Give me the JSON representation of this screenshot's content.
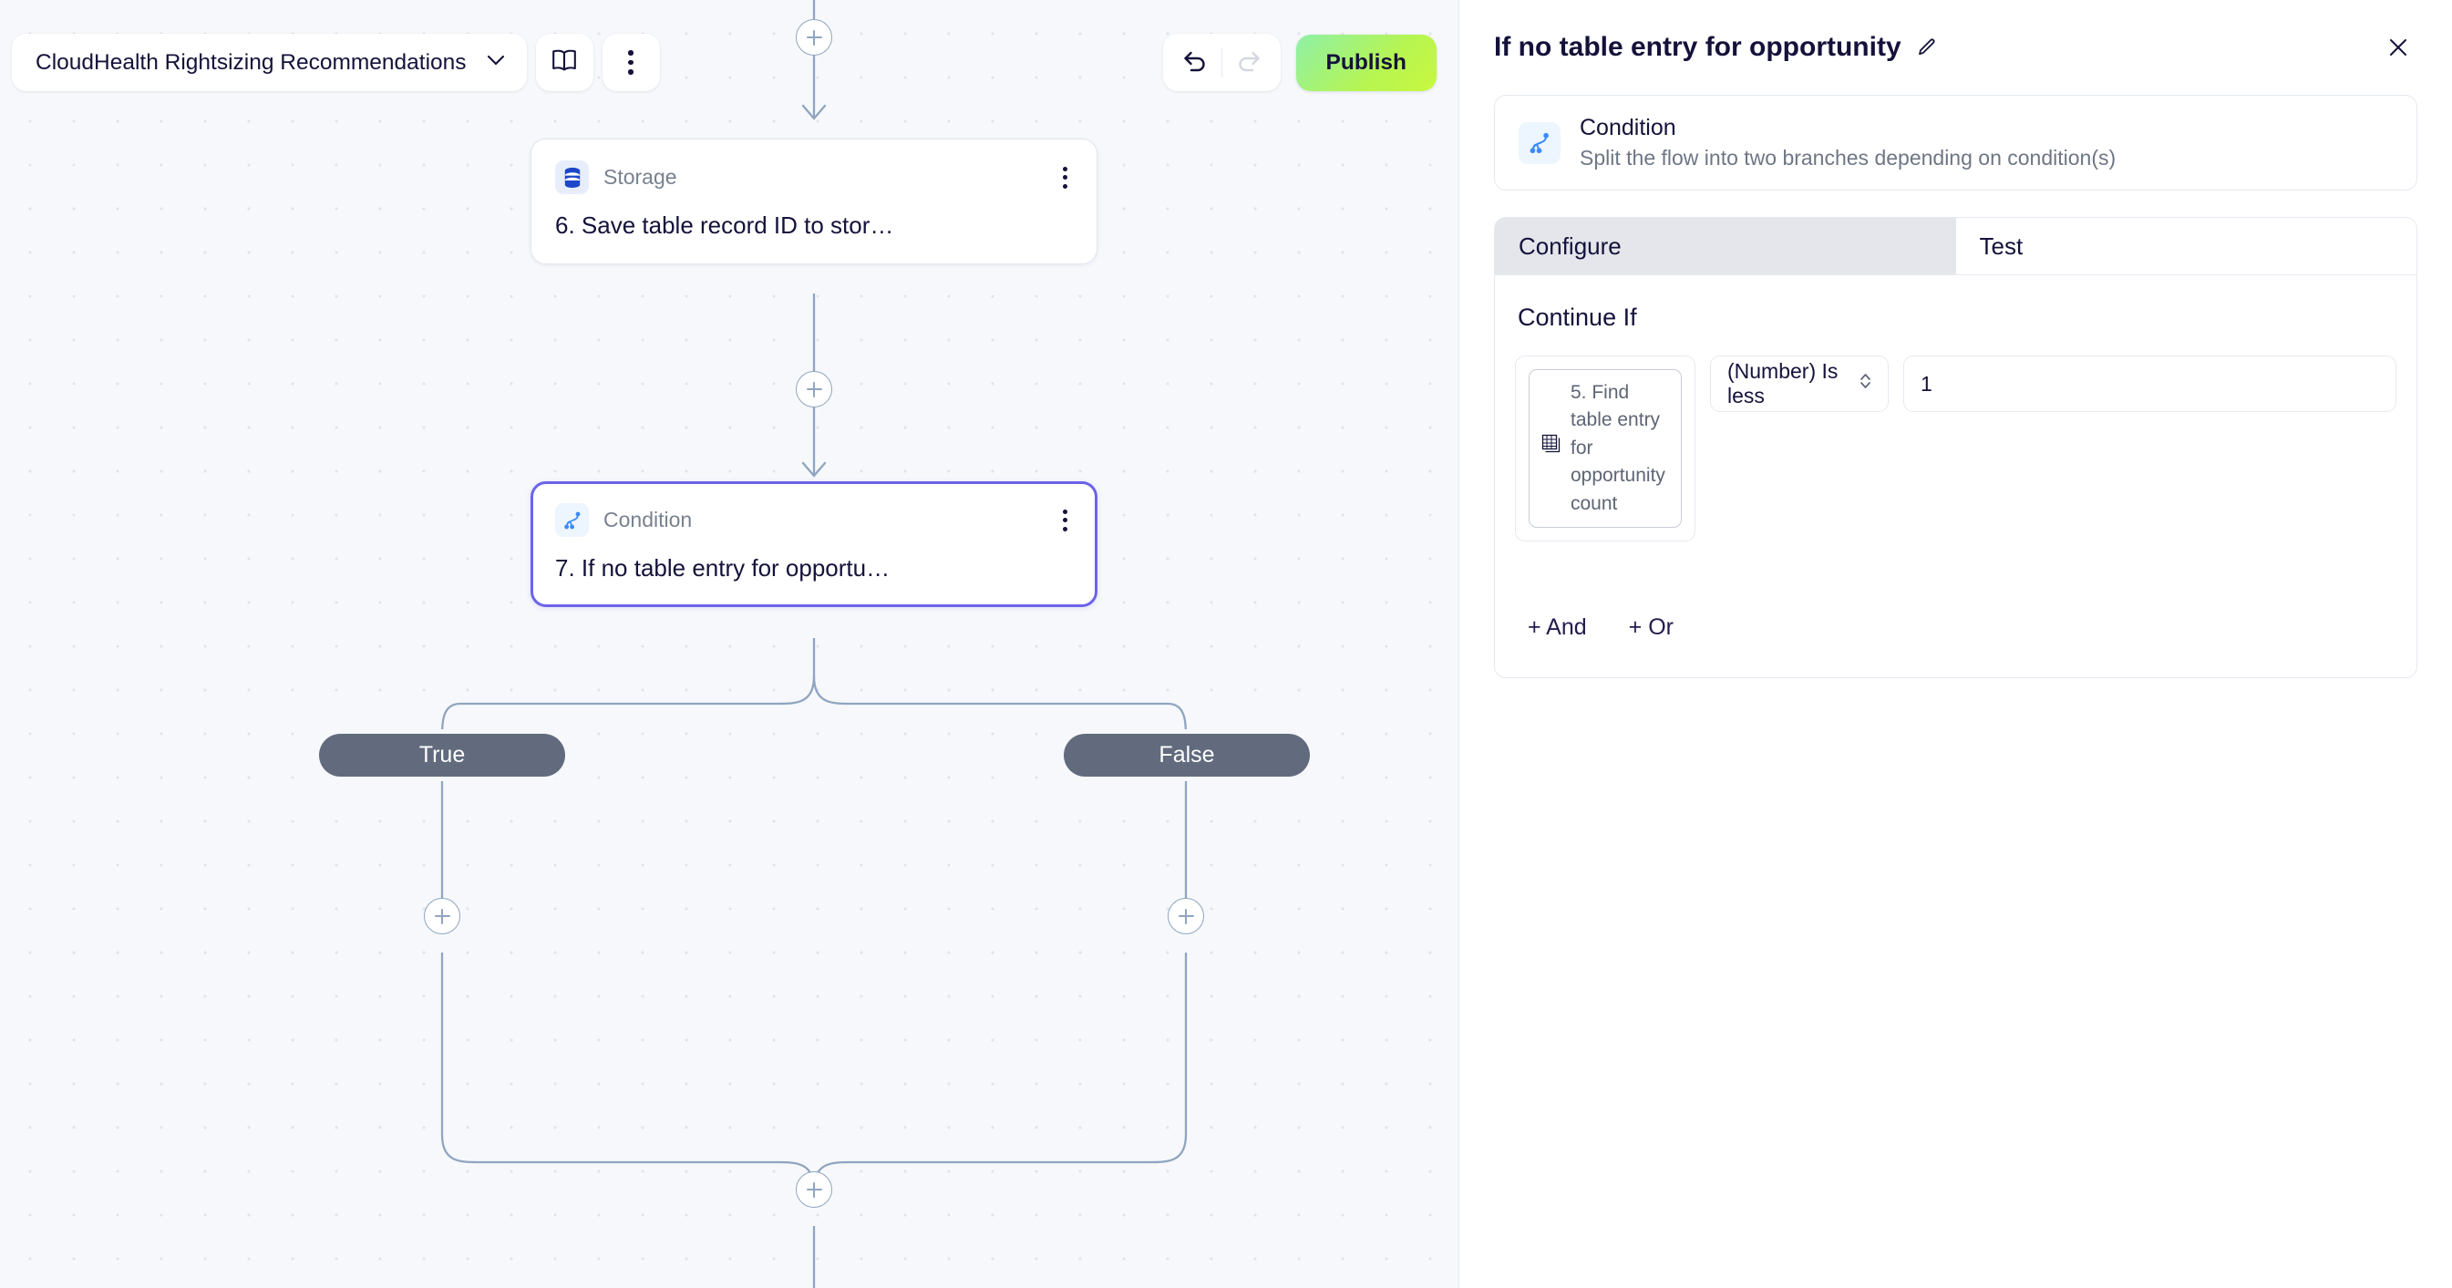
{
  "toolbar": {
    "workflow_name": "CloudHealth Rightsizing Recommendations",
    "chevron_icon": "chevron-down-icon",
    "book_icon": "book-icon",
    "more_icon": "more-vertical-icon",
    "undo_icon": "undo-icon",
    "redo_icon": "redo-icon",
    "publish_label": "Publish"
  },
  "canvas": {
    "nodes": [
      {
        "kind": "Storage",
        "title": "6. Save table record ID to stor…",
        "icon": "database-icon",
        "selected": false
      },
      {
        "kind": "Condition",
        "title": "7. If no table entry for opportu…",
        "icon": "condition-branch-icon",
        "selected": true
      }
    ],
    "branches": [
      {
        "label": "True"
      },
      {
        "label": "False"
      }
    ],
    "add_button_icon": "plus-icon"
  },
  "panel": {
    "title": "If no table entry for opportunity",
    "edit_icon": "pencil-icon",
    "close_icon": "close-icon",
    "info": {
      "name": "Condition",
      "description": "Split the flow into two branches depending on condition(s)",
      "icon": "condition-branch-icon"
    },
    "tabs": [
      {
        "label": "Configure",
        "active": true
      },
      {
        "label": "Test",
        "active": false
      }
    ],
    "continue_if_label": "Continue If",
    "condition": {
      "token_text": "5. Find table entry for opportunity count",
      "token_icon": "table-icon",
      "operator": "(Number) Is less",
      "operator_icon": "chevron-updown-icon",
      "value": "1"
    },
    "add_and_label": "+ And",
    "add_or_label": "+ Or"
  },
  "colors": {
    "canvas_bg": "#f6f8fb",
    "selected_node_border": "#6c63e8",
    "publish_gradient_start": "#8ef0a8",
    "publish_gradient_end": "#c9f83f",
    "branch_pill_bg": "#616b7d",
    "edge_stroke": "#8fa5c0"
  }
}
